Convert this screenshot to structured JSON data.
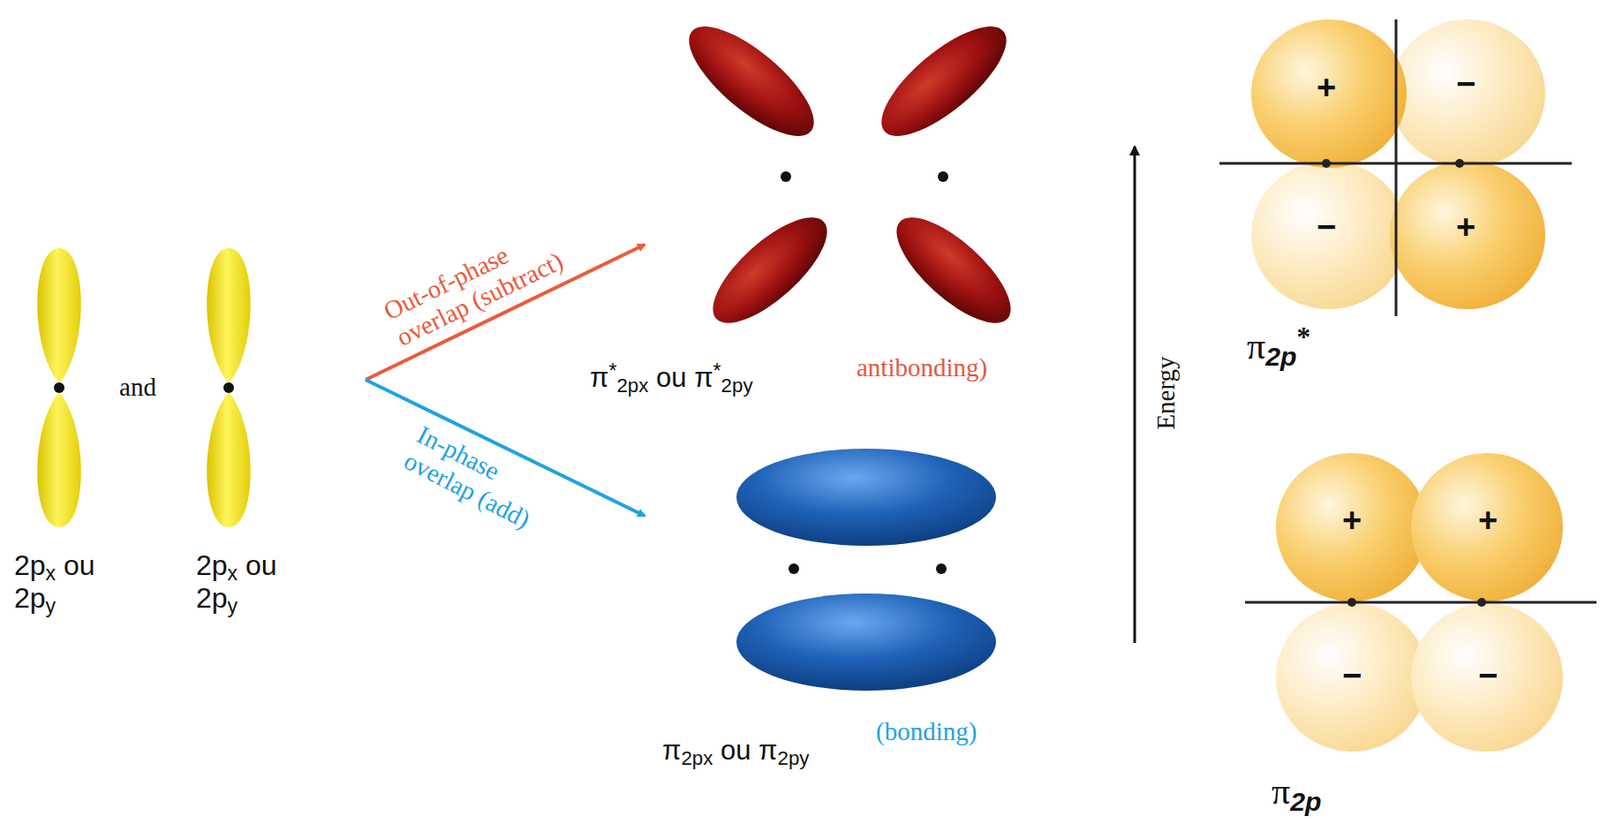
{
  "diagram": {
    "labels": [
      "2px ou 2py",
      "and",
      "2px ou 2py",
      "Out-of-phase overlap (subtract)",
      "In-phase overlap (add)",
      "π*2px ou π*2py",
      "antibonding)",
      "π2px ou π2py",
      "(bonding)",
      "Energy",
      "+",
      "−",
      "−",
      "+",
      "π2p*",
      "+",
      "+",
      "−",
      "−",
      "π2p"
    ]
  }
}
